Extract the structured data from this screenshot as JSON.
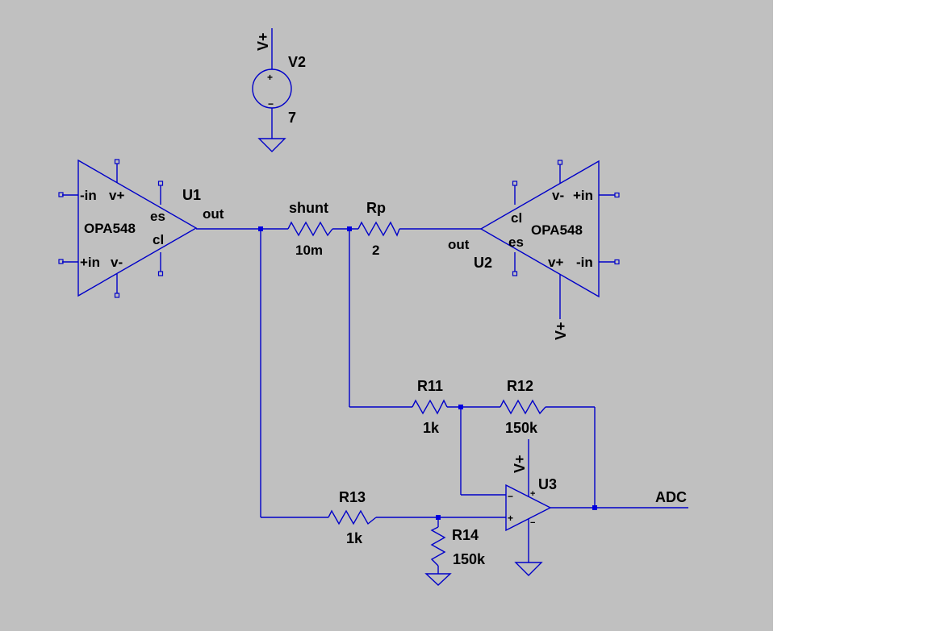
{
  "schematic": {
    "V2": {
      "name": "V2",
      "value": "7",
      "net": "V+",
      "plus": "+",
      "minus": "−"
    },
    "U1": {
      "name": "U1",
      "model": "OPA548",
      "pins": {
        "minus_in": "-in",
        "plus_in": "+in",
        "vplus": "v+",
        "vminus": "v-",
        "es": "es",
        "cl": "cl",
        "out": "out"
      }
    },
    "U2": {
      "name": "U2",
      "model": "OPA548",
      "pins": {
        "minus_in": "-in",
        "plus_in": "+in",
        "vplus": "v+",
        "vminus": "v-",
        "es": "es",
        "cl": "cl",
        "out": "out"
      },
      "supply_net": "V+"
    },
    "shunt": {
      "name": "shunt",
      "value": "10m"
    },
    "Rp": {
      "name": "Rp",
      "value": "2"
    },
    "R11": {
      "name": "R11",
      "value": "1k"
    },
    "R12": {
      "name": "R12",
      "value": "150k"
    },
    "R13": {
      "name": "R13",
      "value": "1k"
    },
    "R14": {
      "name": "R14",
      "value": "150k"
    },
    "U3": {
      "name": "U3",
      "supply_net": "V+",
      "plus": "+",
      "minus": "−"
    },
    "output_net": "ADC"
  }
}
